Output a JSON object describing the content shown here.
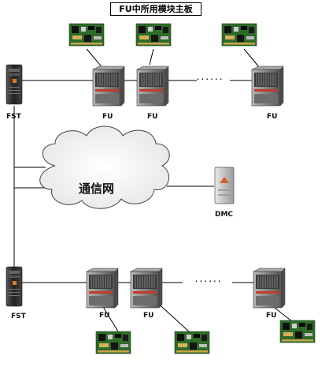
{
  "title": "FU中所用模块主板",
  "network_label": "通信网",
  "labels": {
    "fst_top": "FST",
    "fst_bottom": "FST",
    "fu": "FU",
    "dmc": "DMC",
    "ellipsis": "· · · · · ·"
  },
  "colors": {
    "line": "#000000",
    "board_green": "#2f6b2a",
    "server_dark": "#2b2b2b",
    "cabinet_grey": "#8a8a8a",
    "cloud_fill": "#f2f2f2"
  }
}
